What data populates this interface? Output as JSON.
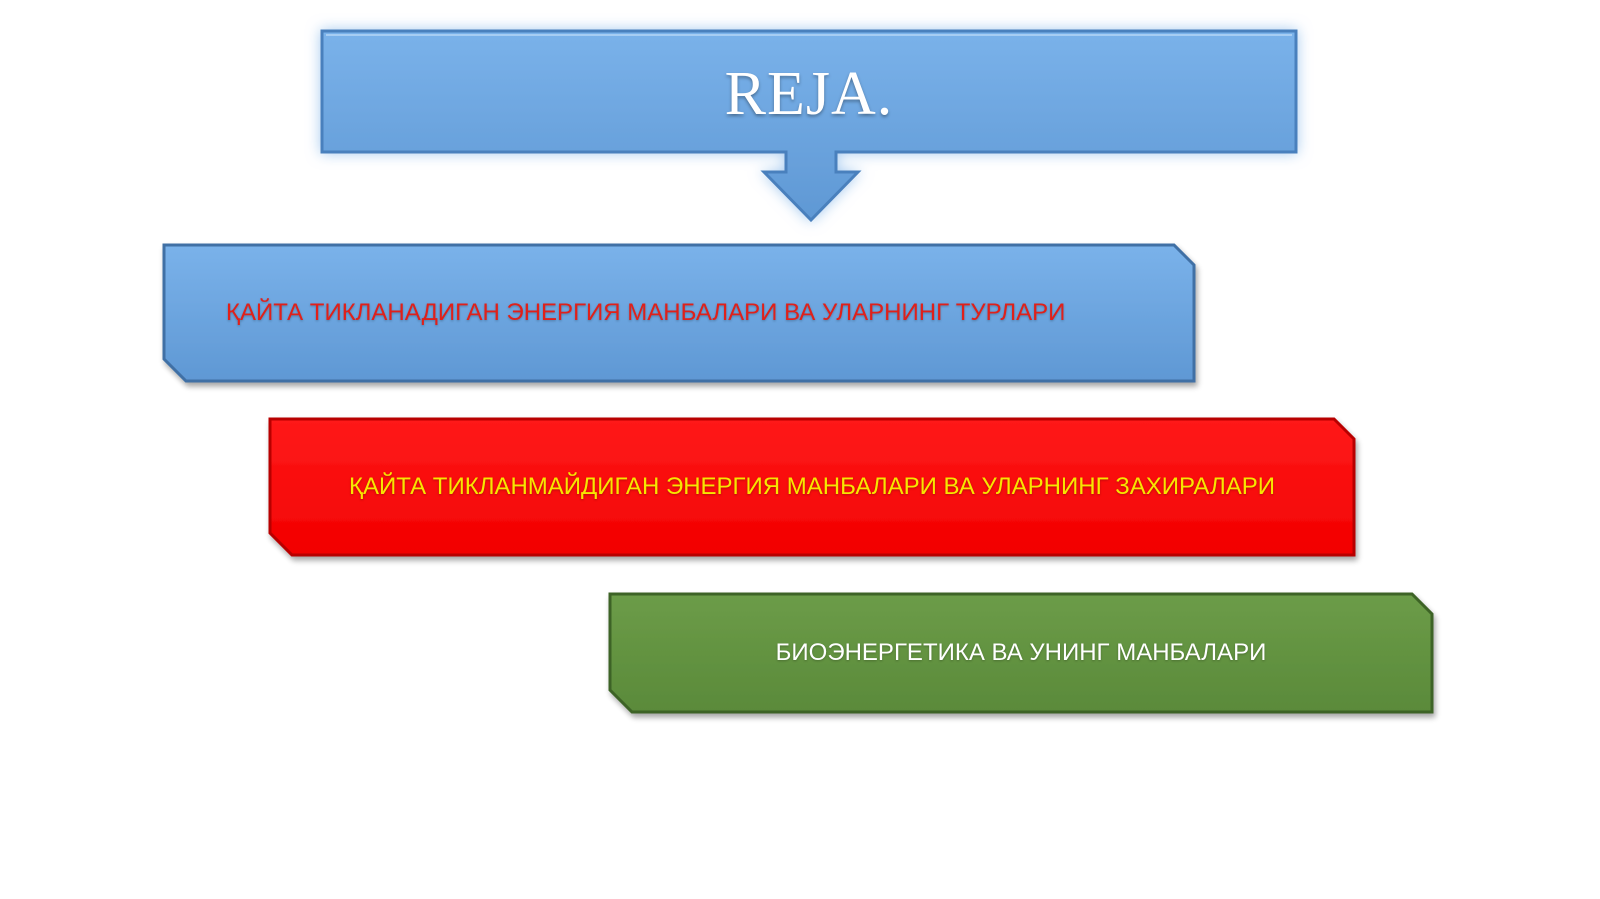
{
  "title": "REJA.",
  "items": [
    {
      "label": "ҚАЙТА ТИКЛАНАДИГАН ЭНЕРГИЯ МАНБАЛАРИ ВА УЛАРНИНГ ТУРЛАРИ",
      "fill": "#69a3dd",
      "text_color": "#e0201a"
    },
    {
      "label": "ҚАЙТА ТИКЛАНМАЙДИГАН ЭНЕРГИЯ МАНБАЛАРИ ВА УЛАРНИНГ ЗАХИРАЛАРИ",
      "fill": "#ff0000",
      "text_color": "#f7e600"
    },
    {
      "label": "БИОЭНЕРГЕТИКА ВА УНИНГ МАНБАЛАРИ",
      "fill": "#61903f",
      "text_color": "#ffffff"
    }
  ],
  "colors": {
    "title_fill": "#69a3dd",
    "title_text": "#ffffff",
    "border_blue": "#3f6fa5",
    "border_red": "#b80000",
    "border_green": "#3e6328"
  }
}
